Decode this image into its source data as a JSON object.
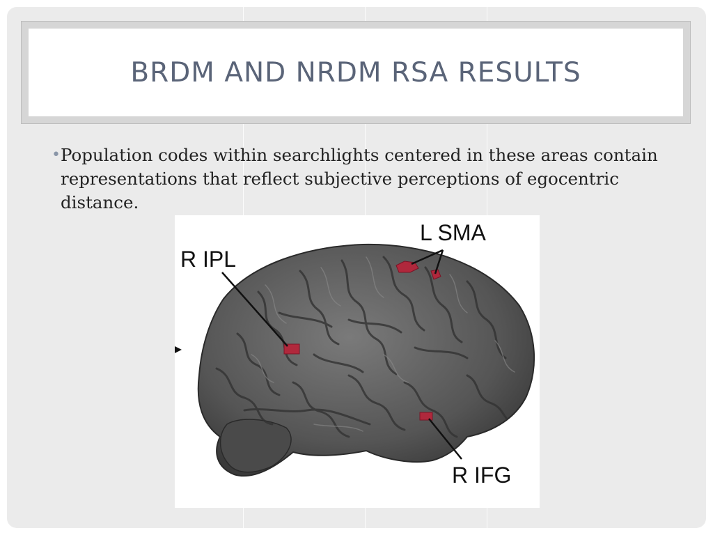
{
  "slide": {
    "title": "BRDM and NRDM RSA Results",
    "bullets": [
      "Population codes within searchlights centered in these areas contain representations that reflect subjective perceptions of egocentric distance."
    ],
    "bullet_marker": "•"
  },
  "figure": {
    "labels": {
      "r_ipl": "R IPL",
      "l_sma": "L SMA",
      "r_ifg": "R IFG"
    },
    "colors": {
      "brain": "#5a5a5a",
      "activation": "#b0283c",
      "background": "#ffffff"
    }
  }
}
